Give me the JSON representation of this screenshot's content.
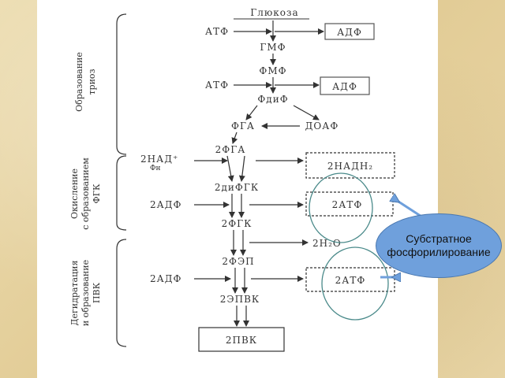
{
  "nodes": {
    "glucose": "Глюкоза",
    "gmf": "ГМФ",
    "fmf": "ФМФ",
    "fdif": "ФдиФ",
    "fga": "ФГА",
    "doaf": "ДОАФ",
    "fga2": "2ФГА",
    "difgk": "2диФГК",
    "fgk2": "2ФГК",
    "fep2": "2ФЭП",
    "epvk2": "2ЭПВК",
    "pvk2": "2ПВК"
  },
  "inputs": {
    "atf1": "АТФ",
    "atf2": "АТФ",
    "nad": "2НАД⁺",
    "fn": "Фн",
    "adf1": "2АДФ",
    "adf2": "2АДФ"
  },
  "outputs": {
    "adf1": "АДФ",
    "adf2": "АДФ",
    "nadh": "2НАДН₂",
    "atf1": "2АТФ",
    "h2o": "2Н₂О",
    "atf2": "2АТФ"
  },
  "stages": {
    "stage1_line1": "Образование",
    "stage1_line2": "триоз",
    "stage2_line1": "Окисление",
    "stage2_line2": "с образованием",
    "stage2_line3": "ФГК",
    "stage3_line1": "Дегидратация",
    "stage3_line2": "и образование",
    "stage3_line3": "ПВК"
  },
  "callout": {
    "text": "Субстратное фосфорилирование",
    "color": "#6fa0dc"
  }
}
